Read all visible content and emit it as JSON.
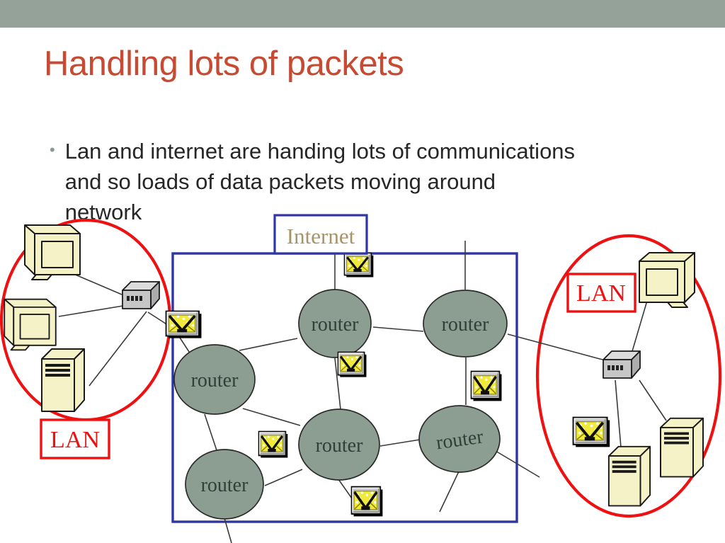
{
  "slide": {
    "title": "Handling lots of packets",
    "bullet": {
      "marker": "•",
      "lines": [
        "Lan and internet are handing lots of communications",
        "and so loads of data packets moving around",
        "network"
      ]
    }
  },
  "diagram": {
    "internet_label": "Internet",
    "lan_left_label": "LAN",
    "lan_right_label": "LAN",
    "routers": [
      {
        "label": "router"
      },
      {
        "label": "router"
      },
      {
        "label": "router"
      },
      {
        "label": "router"
      },
      {
        "label": "router"
      },
      {
        "label": "router"
      }
    ],
    "icons": {
      "packet": "mail-packet-icon",
      "monitor": "desktop-computer-icon",
      "tower": "computer-tower-icon",
      "hub": "network-hub-icon"
    }
  },
  "colors": {
    "top_bar": "#95A29A",
    "title": "#C74A32",
    "body_text": "#262626",
    "bullet_dot": "#8A9A92",
    "line_color": "#3A3A3A",
    "internet_border": "#2F35A2",
    "internet_label_text": "#A79366",
    "router_fill": "#8C9E92",
    "router_text": "#2F4038",
    "lan_red": "#EE1111",
    "computer_fill": "#F6F2C8",
    "packet_yellow": "#F2EA3A"
  }
}
